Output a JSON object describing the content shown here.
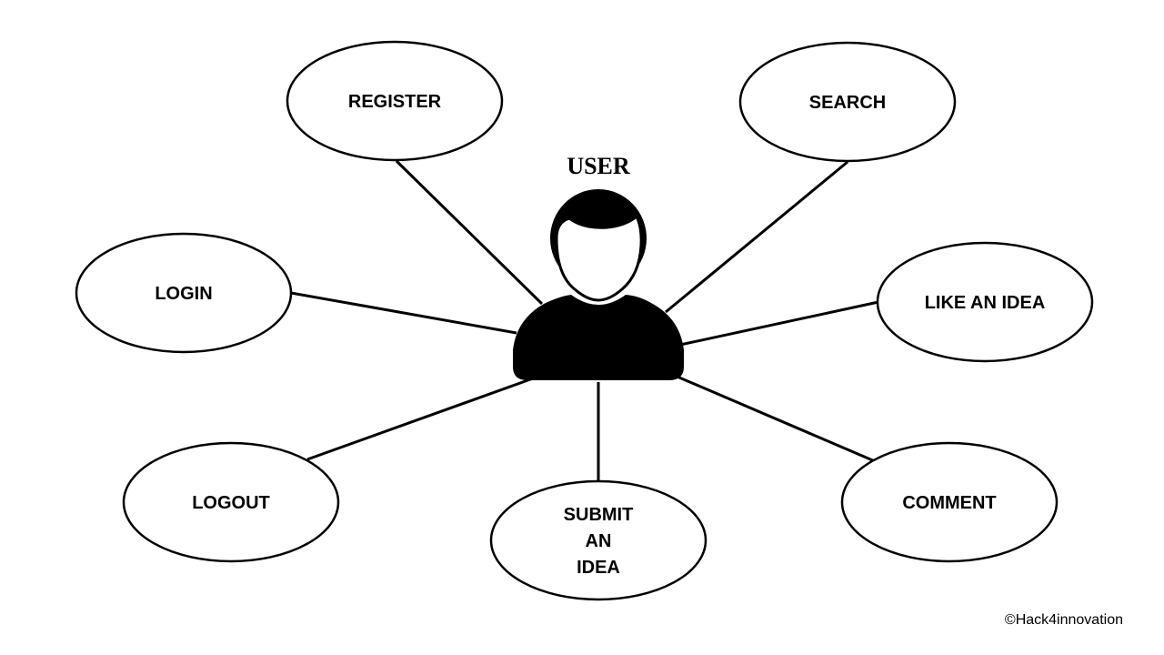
{
  "actor": {
    "label": "USER",
    "icon": "user-icon"
  },
  "use_cases": [
    {
      "id": "register",
      "lines": [
        "REGISTER"
      ]
    },
    {
      "id": "search",
      "lines": [
        "SEARCH"
      ]
    },
    {
      "id": "login",
      "lines": [
        "LOGIN"
      ]
    },
    {
      "id": "like-an-idea",
      "lines": [
        "LIKE AN IDEA"
      ]
    },
    {
      "id": "logout",
      "lines": [
        "LOGOUT"
      ]
    },
    {
      "id": "submit-an-idea",
      "lines": [
        "SUBMIT",
        "AN",
        "IDEA"
      ]
    },
    {
      "id": "comment",
      "lines": [
        "COMMENT"
      ]
    }
  ],
  "copyright": "©Hack4innovation"
}
